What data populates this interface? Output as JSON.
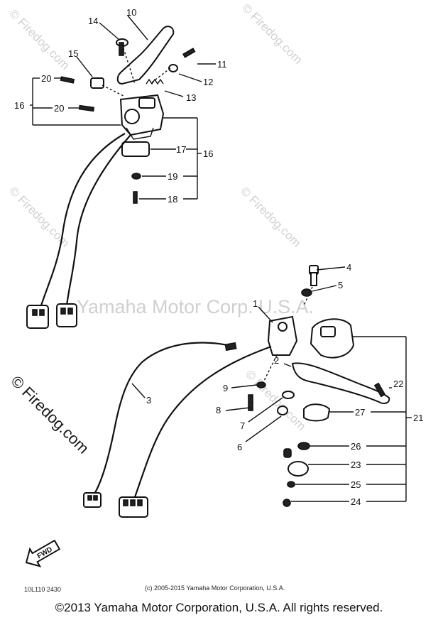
{
  "watermarks": {
    "firedog_small": "© Firedog.com",
    "firedog_large": "© Firedog.com",
    "yamaha": "Yamaha Motor Corp. U.S.A."
  },
  "callouts": {
    "c1": "1",
    "c2": "2",
    "c3": "3",
    "c4": "4",
    "c5": "5",
    "c6": "6",
    "c7": "7",
    "c8": "8",
    "c9": "9",
    "c10": "10",
    "c11": "11",
    "c12": "12",
    "c13": "13",
    "c14": "14",
    "c15": "15",
    "c16a": "16",
    "c16b": "16",
    "c17": "17",
    "c18": "18",
    "c19": "19",
    "c20a": "20",
    "c20b": "20",
    "c21": "21",
    "c22": "22",
    "c23": "23",
    "c24": "24",
    "c25": "25",
    "c26": "26",
    "c27": "27"
  },
  "fwd_label": "FWD",
  "diagram_code": "10L110 2430",
  "diagram_copyright": "(c) 2005-2015 Yamaha Motor Corporation, U.S.A.",
  "copyright": "©2013 Yamaha Motor Corporation, U.S.A. All rights reserved."
}
